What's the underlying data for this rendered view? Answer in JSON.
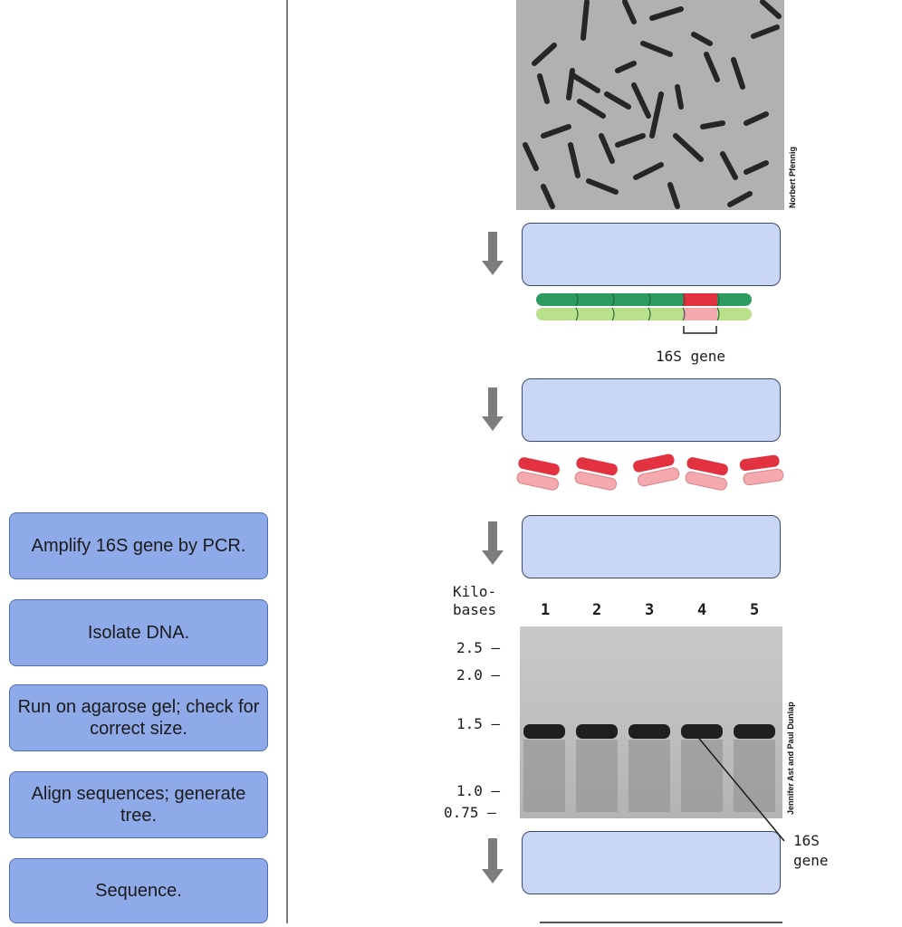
{
  "options": [
    {
      "label": "Amplify 16S gene by PCR."
    },
    {
      "label": "Isolate DNA."
    },
    {
      "label": "Run on agarose gel; check for correct size."
    },
    {
      "label": "Align sequences; generate tree."
    },
    {
      "label": "Sequence."
    }
  ],
  "figure": {
    "photo_credit_1": "Norbert Pfennig",
    "gene_label": "16S gene",
    "gel": {
      "axis_label_line1": "Kilo-",
      "axis_label_line2": "bases",
      "lanes": [
        "1",
        "2",
        "3",
        "4",
        "5"
      ],
      "markers": [
        "2.5",
        "2.0",
        "1.5",
        "1.0",
        "0.75"
      ],
      "band_label_line1": "16S",
      "band_label_line2": "gene",
      "photo_credit_2": "Jennifer Ast and Paul Dunlap"
    }
  },
  "colors": {
    "option_fill": "#8faae8",
    "drop_fill": "#c9d6f5",
    "arrow": "#7c7c7c",
    "dna_green": "#2e9b63",
    "dna_light_green": "#b9e08a",
    "gene_red": "#e2323f"
  }
}
